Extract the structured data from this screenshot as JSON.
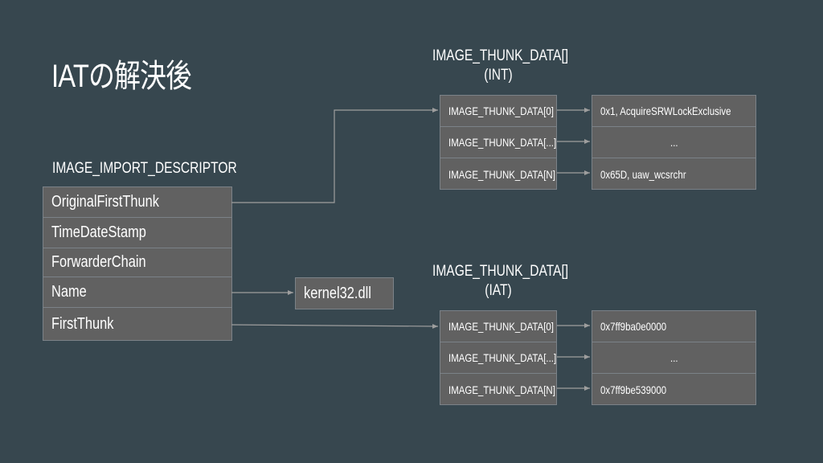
{
  "title": "IATの解決後",
  "descriptor": {
    "label": "IMAGE_IMPORT_DESCRIPTOR",
    "fields": [
      "OriginalFirstThunk",
      "TimeDateStamp",
      "ForwarderChain",
      "Name",
      "FirstThunk"
    ]
  },
  "int_table": {
    "label_line1": "IMAGE_THUNK_DATA[]",
    "label_line2": "(INT)",
    "entries": [
      "IMAGE_THUNK_DATA[0]",
      "IMAGE_THUNK_DATA[...]",
      "IMAGE_THUNK_DATA[N]"
    ],
    "values": [
      "0x1, AcquireSRWLockExclusive",
      "...",
      "0x65D, uaw_wcsrchr"
    ]
  },
  "iat_table": {
    "label_line1": "IMAGE_THUNK_DATA[]",
    "label_line2": "(IAT)",
    "entries": [
      "IMAGE_THUNK_DATA[0]",
      "IMAGE_THUNK_DATA[...]",
      "IMAGE_THUNK_DATA[N]"
    ],
    "values": [
      "0x7ff9ba0e0000",
      "...",
      "0x7ff9be539000"
    ]
  },
  "dll_name": "kernel32.dll",
  "colors": {
    "background": "#37474f",
    "box": "#616161",
    "border": "#7b8288",
    "arrow": "#9e9e9e"
  }
}
